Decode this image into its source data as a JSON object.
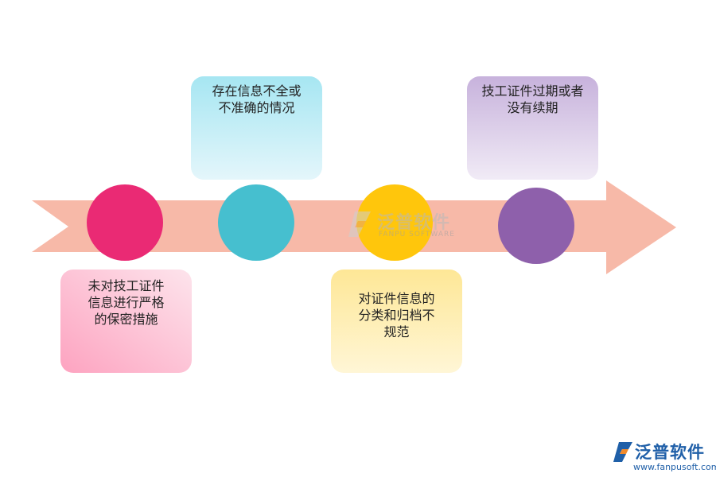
{
  "colors": {
    "arrow": "#f7b9a8",
    "dot_1": "#ea2a74",
    "dot_2": "#46bfcf",
    "dot_3": "#ffc60c",
    "dot_4": "#8e60ab"
  },
  "steps": [
    {
      "text": "未对技工证件\n信息进行严格\n的保密措施",
      "card_top": "#fda3c0",
      "card_bottom": "#fde4ec"
    },
    {
      "text": "存在信息不全或\n不准确的情况",
      "card_top": "#a6e6f2",
      "card_bottom": "#e4f6fb"
    },
    {
      "text": "对证件信息的\n分类和归档不\n规范",
      "card_top": "#fee796",
      "card_bottom": "#fff6d6"
    },
    {
      "text": "技工证件过期或者\n没有续期",
      "card_top": "#c7b2dc",
      "card_bottom": "#f1ebf6"
    }
  ],
  "watermark": {
    "title": "泛普软件",
    "subtitle": "FANPU SOFTWARE"
  },
  "brand": {
    "title": "泛普软件",
    "url": "www.fanpusoft.com"
  }
}
